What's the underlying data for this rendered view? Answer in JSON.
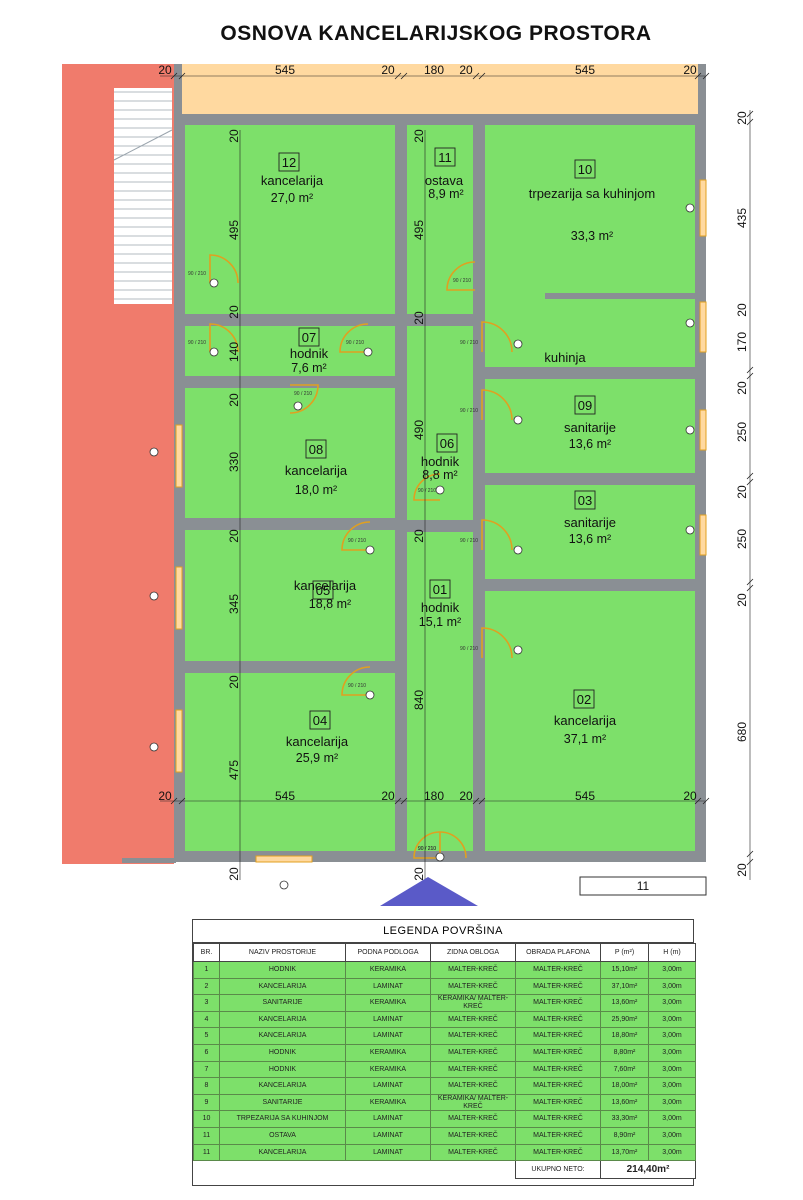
{
  "title": "OSNOVA KANCELARIJSKOG PROSTORA",
  "colors": {
    "room_fill": "#7de06a",
    "hall_fill": "#ffd9a0",
    "wall": "#8a8f94",
    "exterior": "#f07b6c",
    "door": "#e0a020",
    "dim_line": "#222222"
  },
  "dimensions": {
    "top": [
      "20",
      "545",
      "20",
      "180",
      "20",
      "545",
      "20"
    ],
    "bottom": [
      "20",
      "545",
      "20",
      "180",
      "20",
      "545",
      "20"
    ],
    "right": [
      "20",
      "435",
      "20",
      "170",
      "20",
      "250",
      "20",
      "250",
      "20",
      "680",
      "20"
    ],
    "left_inner": [
      "20",
      "495",
      "20",
      "140",
      "20",
      "330",
      "20",
      "345",
      "20",
      "475",
      "20"
    ],
    "mid_inner": [
      "20",
      "495",
      "20",
      "490",
      "20",
      "840",
      "20"
    ]
  },
  "rooms": [
    {
      "num": "12",
      "name": "kancelarija",
      "area": "27,0 m²"
    },
    {
      "num": "11",
      "name": "ostava",
      "area": "8,9 m²"
    },
    {
      "num": "10",
      "name": "trpezarija sa kuhinjom",
      "area": "33,3 m²",
      "extra": "kuhinja"
    },
    {
      "num": "07",
      "name": "hodnik",
      "area": "7,6 m²"
    },
    {
      "num": "06",
      "name": "hodnik",
      "area": "8,8 m²"
    },
    {
      "num": "09",
      "name": "sanitarije",
      "area": "13,6 m²"
    },
    {
      "num": "08",
      "name": "kancelarija",
      "area": "18,0 m²"
    },
    {
      "num": "03",
      "name": "sanitarije",
      "area": "13,6 m²"
    },
    {
      "num": "05",
      "name": "kancelarija",
      "area": "18,8 m²"
    },
    {
      "num": "01",
      "name": "hodnik",
      "area": "15,1 m²"
    },
    {
      "num": "02",
      "name": "kancelarija",
      "area": "37,1 m²"
    },
    {
      "num": "04",
      "name": "kancelarija",
      "area": "25,9 m²"
    }
  ],
  "door_label": "90",
  "door_label2": "210",
  "scale_box": "11",
  "legend": {
    "title": "LEGENDA POVRŠINA",
    "headers": [
      "BR.",
      "NAZIV PROSTORIJE",
      "PODNA PODLOGA",
      "ZIDNA OBLOGA",
      "OBRADA PLAFONA",
      "P (m²)",
      "H (m)"
    ],
    "rows": [
      [
        "1",
        "HODNIK",
        "KERAMIKA",
        "MALTER-KREČ",
        "MALTER-KREČ",
        "15,10m²",
        "3,00m"
      ],
      [
        "2",
        "KANCELARIJA",
        "LAMINAT",
        "MALTER-KREČ",
        "MALTER-KREČ",
        "37,10m²",
        "3,00m"
      ],
      [
        "3",
        "SANITARIJE",
        "KERAMIKA",
        "KERAMIKA/ MALTER-KREČ",
        "MALTER-KREČ",
        "13,60m²",
        "3,00m"
      ],
      [
        "4",
        "KANCELARIJA",
        "LAMINAT",
        "MALTER-KREČ",
        "MALTER-KREČ",
        "25,90m²",
        "3,00m"
      ],
      [
        "5",
        "KANCELARIJA",
        "LAMINAT",
        "MALTER-KREČ",
        "MALTER-KREČ",
        "18,80m²",
        "3,00m"
      ],
      [
        "6",
        "HODNIK",
        "KERAMIKA",
        "MALTER-KREČ",
        "MALTER-KREČ",
        "8,80m²",
        "3,00m"
      ],
      [
        "7",
        "HODNIK",
        "KERAMIKA",
        "MALTER-KREČ",
        "MALTER-KREČ",
        "7,60m²",
        "3,00m"
      ],
      [
        "8",
        "KANCELARIJA",
        "LAMINAT",
        "MALTER-KREČ",
        "MALTER-KREČ",
        "18,00m²",
        "3,00m"
      ],
      [
        "9",
        "SANITARIJE",
        "KERAMIKA",
        "KERAMIKA/ MALTER-KREČ",
        "MALTER-KREČ",
        "13,60m²",
        "3,00m"
      ],
      [
        "10",
        "TRPEZARIJA SA KUHINJOM",
        "LAMINAT",
        "MALTER-KREČ",
        "MALTER-KREČ",
        "33,30m²",
        "3,00m"
      ],
      [
        "11",
        "OSTAVA",
        "LAMINAT",
        "MALTER-KREČ",
        "MALTER-KREČ",
        "8,90m²",
        "3,00m"
      ],
      [
        "11",
        "KANCELARIJA",
        "LAMINAT",
        "MALTER-KREČ",
        "MALTER-KREČ",
        "13,70m²",
        "3,00m"
      ]
    ],
    "total_label": "UKUPNO NETO:",
    "total_value": "214,40m²"
  }
}
